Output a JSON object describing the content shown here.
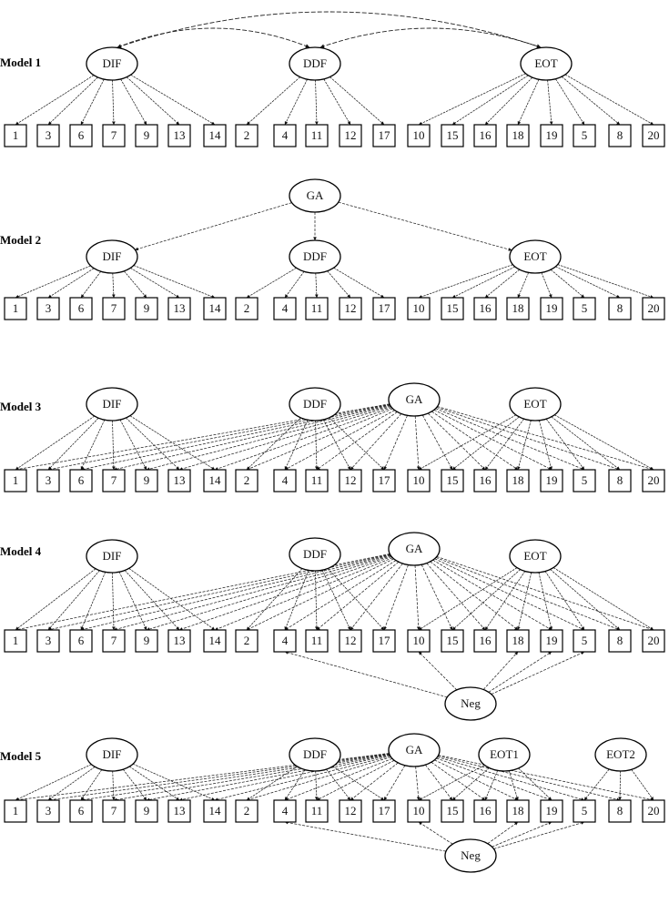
{
  "items": [
    "1",
    "3",
    "6",
    "7",
    "9",
    "13",
    "14",
    "2",
    "4",
    "11",
    "12",
    "17",
    "10",
    "15",
    "16",
    "18",
    "19",
    "5",
    "8",
    "20"
  ],
  "models": [
    {
      "label": "Model 1",
      "latents": [
        {
          "id": "DIF",
          "label": "DIF"
        },
        {
          "id": "DDF",
          "label": "DDF"
        },
        {
          "id": "EOT",
          "label": "EOT"
        }
      ],
      "loadings": [
        {
          "from": "DIF",
          "to": [
            "1",
            "3",
            "6",
            "7",
            "9",
            "13",
            "14"
          ]
        },
        {
          "from": "DDF",
          "to": [
            "2",
            "4",
            "11",
            "12",
            "17"
          ]
        },
        {
          "from": "EOT",
          "to": [
            "10",
            "15",
            "16",
            "18",
            "19",
            "5",
            "8",
            "20"
          ]
        }
      ],
      "correlations": [
        [
          "DIF",
          "EOT"
        ],
        [
          "DIF",
          "DDF"
        ],
        [
          "DDF",
          "EOT"
        ]
      ],
      "method_paths": []
    },
    {
      "label": "Model 2",
      "latents": [
        {
          "id": "GA",
          "label": "GA"
        },
        {
          "id": "DIF",
          "label": "DIF"
        },
        {
          "id": "DDF",
          "label": "DDF"
        },
        {
          "id": "EOT",
          "label": "EOT"
        }
      ],
      "second_order": {
        "from": "GA",
        "to": [
          "DIF",
          "DDF",
          "EOT"
        ]
      },
      "loadings": [
        {
          "from": "DIF",
          "to": [
            "1",
            "3",
            "6",
            "7",
            "9",
            "13",
            "14"
          ]
        },
        {
          "from": "DDF",
          "to": [
            "2",
            "4",
            "11",
            "12",
            "17"
          ]
        },
        {
          "from": "EOT",
          "to": [
            "10",
            "15",
            "16",
            "18",
            "19",
            "5",
            "8",
            "20"
          ]
        }
      ],
      "correlations": [],
      "method_paths": []
    },
    {
      "label": "Model 3",
      "latents": [
        {
          "id": "DIF",
          "label": "DIF"
        },
        {
          "id": "DDF",
          "label": "DDF"
        },
        {
          "id": "GA",
          "label": "GA"
        },
        {
          "id": "EOT",
          "label": "EOT"
        }
      ],
      "loadings": [
        {
          "from": "DIF",
          "to": [
            "1",
            "3",
            "6",
            "7",
            "9",
            "13",
            "14"
          ]
        },
        {
          "from": "DDF",
          "to": [
            "2",
            "4",
            "11",
            "12",
            "17"
          ]
        },
        {
          "from": "EOT",
          "to": [
            "10",
            "15",
            "16",
            "18",
            "19",
            "5",
            "8",
            "20"
          ]
        },
        {
          "from": "GA",
          "to": [
            "1",
            "3",
            "6",
            "7",
            "9",
            "13",
            "14",
            "2",
            "4",
            "11",
            "12",
            "17",
            "10",
            "15",
            "16",
            "18",
            "19",
            "5",
            "8",
            "20"
          ]
        }
      ],
      "correlations": [],
      "method_paths": []
    },
    {
      "label": "Model 4",
      "latents": [
        {
          "id": "DIF",
          "label": "DIF"
        },
        {
          "id": "DDF",
          "label": "DDF"
        },
        {
          "id": "GA",
          "label": "GA"
        },
        {
          "id": "EOT",
          "label": "EOT"
        },
        {
          "id": "Neg",
          "label": "Neg"
        }
      ],
      "loadings": [
        {
          "from": "DIF",
          "to": [
            "1",
            "3",
            "6",
            "7",
            "9",
            "13",
            "14"
          ]
        },
        {
          "from": "DDF",
          "to": [
            "2",
            "4",
            "11",
            "12",
            "17"
          ]
        },
        {
          "from": "EOT",
          "to": [
            "10",
            "15",
            "16",
            "18",
            "19",
            "5",
            "8",
            "20"
          ]
        },
        {
          "from": "GA",
          "to": [
            "1",
            "3",
            "6",
            "7",
            "9",
            "13",
            "14",
            "2",
            "4",
            "11",
            "12",
            "17",
            "10",
            "15",
            "16",
            "18",
            "19",
            "5",
            "8",
            "20"
          ]
        }
      ],
      "correlations": [],
      "method_paths": [
        {
          "from": "Neg",
          "to": [
            "4",
            "10",
            "18",
            "19",
            "5"
          ]
        }
      ]
    },
    {
      "label": "Model 5",
      "latents": [
        {
          "id": "DIF",
          "label": "DIF"
        },
        {
          "id": "DDF",
          "label": "DDF"
        },
        {
          "id": "GA",
          "label": "GA"
        },
        {
          "id": "EOT1",
          "label": "EOT1"
        },
        {
          "id": "EOT2",
          "label": "EOT2"
        },
        {
          "id": "Neg",
          "label": "Neg"
        }
      ],
      "loadings": [
        {
          "from": "DIF",
          "to": [
            "1",
            "3",
            "6",
            "7",
            "9",
            "13",
            "14"
          ]
        },
        {
          "from": "DDF",
          "to": [
            "2",
            "4",
            "11",
            "12",
            "17"
          ]
        },
        {
          "from": "EOT1",
          "to": [
            "10",
            "15",
            "16",
            "18",
            "19"
          ]
        },
        {
          "from": "EOT2",
          "to": [
            "5",
            "8",
            "20"
          ]
        },
        {
          "from": "GA",
          "to": [
            "1",
            "3",
            "6",
            "7",
            "9",
            "13",
            "14",
            "2",
            "4",
            "11",
            "12",
            "17",
            "10",
            "15",
            "16",
            "18",
            "19",
            "5",
            "8",
            "20"
          ]
        }
      ],
      "correlations": [],
      "method_paths": [
        {
          "from": "Neg",
          "to": [
            "4",
            "10",
            "18",
            "19",
            "5"
          ]
        }
      ]
    }
  ]
}
